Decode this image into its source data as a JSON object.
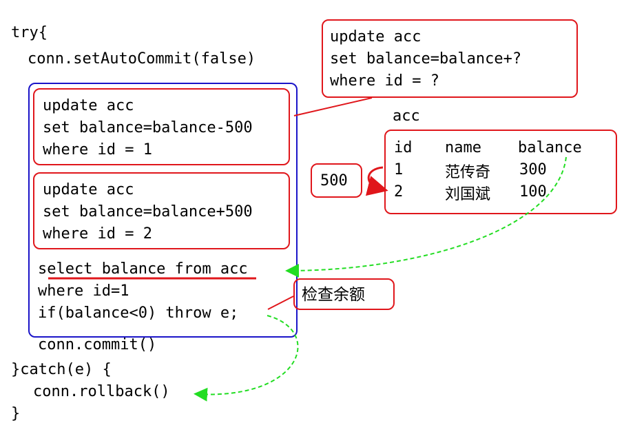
{
  "code": {
    "try_line": "try{",
    "autocommit_line": "conn.setAutoCommit(false)",
    "update1": [
      "update acc",
      "set balance=balance-500",
      "where id = 1"
    ],
    "update2": [
      "update acc",
      "set balance=balance+500",
      "where id = 2"
    ],
    "select_line": "select balance from acc",
    "where_line": "where id=1",
    "if_line": "if(balance<0) throw e;",
    "commit_line": "conn.commit()",
    "catch_line": "}catch(e) {",
    "rollback_line": "conn.rollback()",
    "close_line": "}"
  },
  "callout_update": [
    "update acc",
    "set balance=balance+?",
    "where id = ?"
  ],
  "table": {
    "name": "acc",
    "columns": [
      "id",
      "name",
      "balance"
    ],
    "rows": [
      {
        "id": "1",
        "name": "范传奇",
        "balance": "300"
      },
      {
        "id": "2",
        "name": "刘国斌",
        "balance": "100"
      }
    ]
  },
  "transfer_amount": "500",
  "check_balance_label": "检查余额",
  "colors": {
    "red": "#e0161b",
    "blue": "#1a14c8",
    "green": "#22dd22"
  }
}
